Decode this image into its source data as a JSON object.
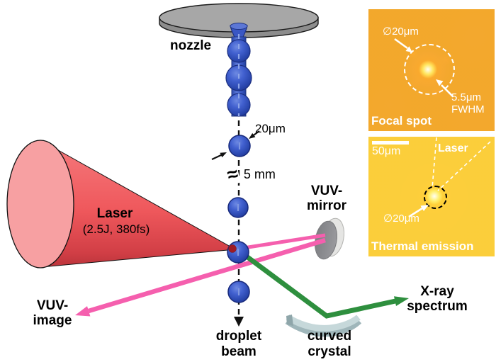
{
  "figure": {
    "nozzle": "nozzle",
    "droplet_diameter": "20μm",
    "approx": "≈",
    "gap": "5 mm",
    "laser": "Laser",
    "laser_params": "(2.5J, 380fs)",
    "vuv_mirror_l1": "VUV-",
    "vuv_mirror_l2": "mirror",
    "vuv_image_l1": "VUV-",
    "vuv_image_l2": "image",
    "droplet_beam_l1": "droplet",
    "droplet_beam_l2": "beam",
    "curved_crystal_l1": "curved",
    "curved_crystal_l2": "crystal",
    "xray_l1": "X-ray",
    "xray_l2": "spectrum"
  },
  "focal_inset": {
    "title": "Focal spot",
    "diameter": "∅20μm",
    "fwhm_value": "5.5μm",
    "fwhm_label": "FWHM"
  },
  "thermal_inset": {
    "title": "Thermal emission",
    "scale": "50μm",
    "laser": "Laser",
    "diameter": "∅20μm"
  },
  "colors": {
    "laser_cone_red": "#ef5a5e",
    "vuv_beam_pink": "#f55fae",
    "xray_beam_green": "#2e8f3e",
    "droplet_blue": "#3a57c4",
    "nozzle_gray": "#a7a7a7",
    "crystal_gray_green": "#c6d8da",
    "inset_background": "#0c0c2e"
  }
}
